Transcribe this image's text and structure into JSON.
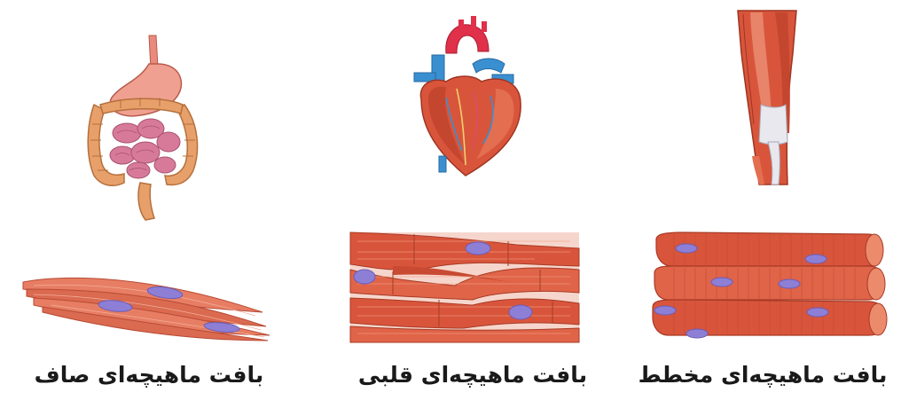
{
  "panels": [
    {
      "caption": "بافت ماهیچه‌ای صاف",
      "organ_icon": "digestive-system-icon",
      "tissue_icon": "smooth-muscle-fibers-icon"
    },
    {
      "caption": "بافت ماهیچه‌ای قلبی",
      "organ_icon": "heart-icon",
      "tissue_icon": "cardiac-muscle-fibers-icon"
    },
    {
      "caption": "بافت ماهیچه‌ای مخطط",
      "organ_icon": "leg-muscle-icon",
      "tissue_icon": "striated-muscle-fibers-icon"
    }
  ],
  "colors": {
    "muscle": "#d8553b",
    "muscle_light": "#ec8a6c",
    "nucleus": "#8e7fd6",
    "intestine": "#e8a06a",
    "artery": "#e0304a",
    "vein": "#3a8fd0",
    "tendon": "#e8e8ee"
  }
}
